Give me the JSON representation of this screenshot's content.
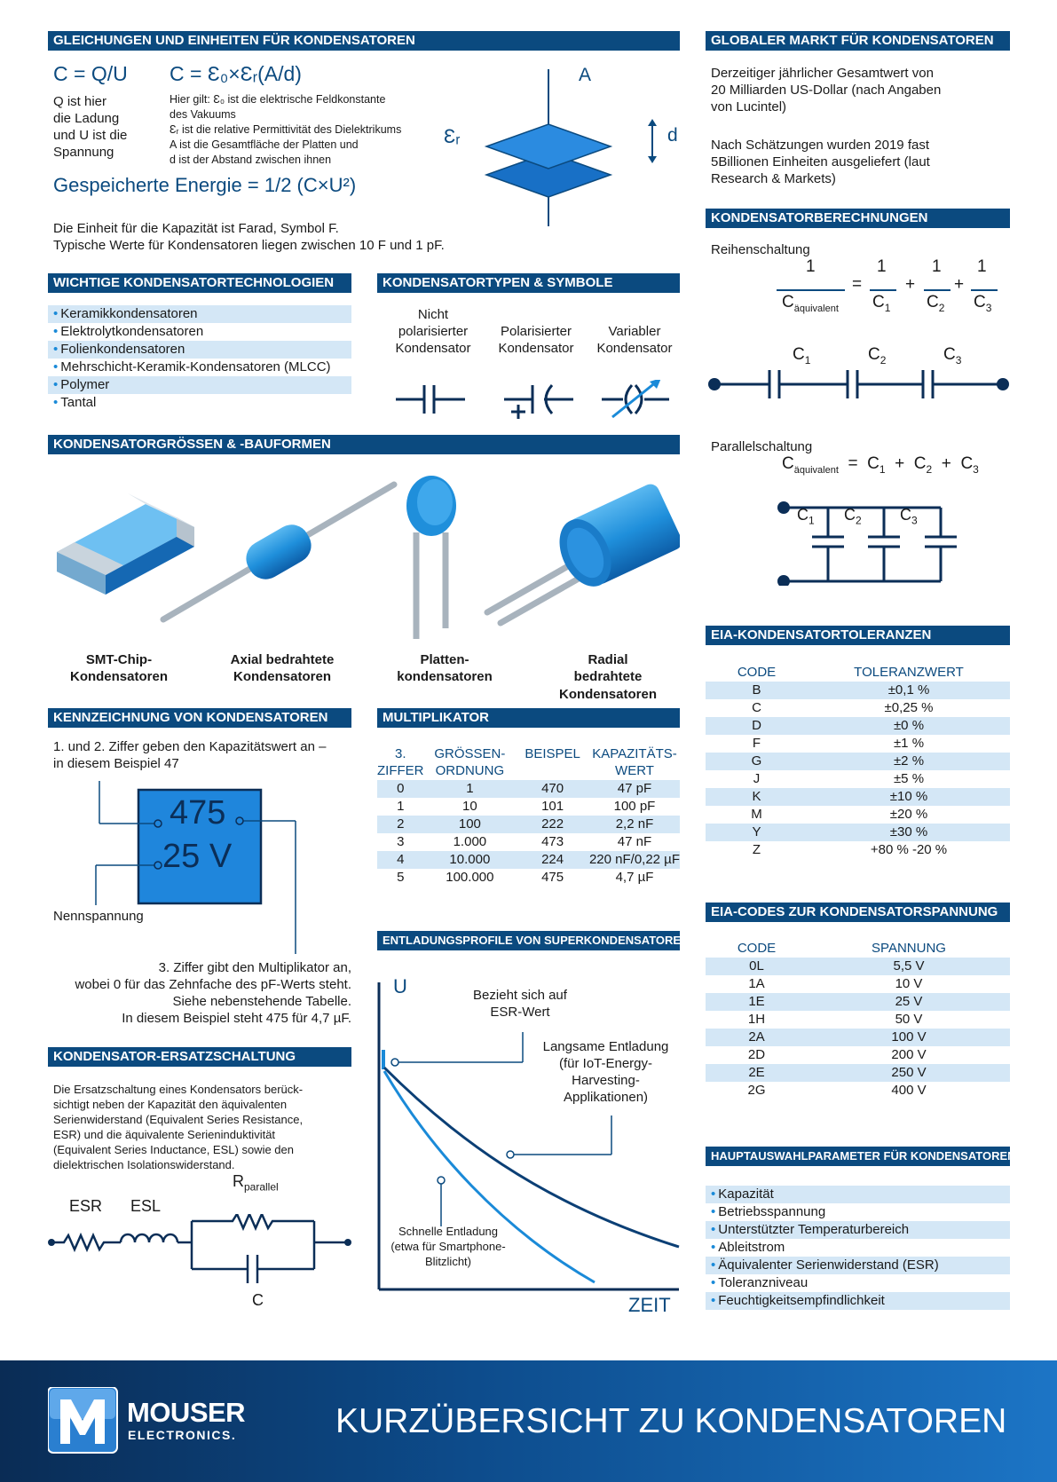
{
  "colors": {
    "accent": "#0b4a7f",
    "light": "#d4e7f6",
    "bright": "#1a8ad8"
  },
  "eq": {
    "header": "GLEICHUNGEN UND EINHEITEN FÜR KONDENSATOREN",
    "formula1": "C = Q/U",
    "desc1": [
      "Q ist hier",
      "die Ladung",
      "und U ist die",
      "Spannung"
    ],
    "formula2": "C = Ɛ₀×Ɛᵣ(A/d)",
    "desc2": [
      "Hier gilt: Ɛ₀ ist die elektrische Feldkonstante",
      "des Vakuums",
      "Ɛᵣ ist die relative Permittivität des Dielektrikums",
      "A ist die Gesamtfläche der Platten und",
      "d ist der Abstand zwischen ihnen"
    ],
    "energy": "Gespeicherte Energie = 1/2 (C×U²)",
    "unit1": "Die Einheit für die Kapazität ist Farad, Symbol F.",
    "unit2": "Typische Werte für Kondensatoren liegen zwischen 10 F und 1 pF.",
    "label_a": "A",
    "label_d": "d",
    "label_er": "Ɛᵣ"
  },
  "market": {
    "header": "GLOBALER MARKT FÜR KONDENSATOREN",
    "p1": [
      "Derzeitiger jährlicher Gesamtwert von",
      "20 Milliarden US-Dollar (nach Angaben",
      "von Lucintel)"
    ],
    "p2": [
      "Nach Schätzungen wurden 2019 fast",
      "5Billionen Einheiten ausgeliefert (laut",
      "Research & Markets)"
    ]
  },
  "calc": {
    "header": "KONDENSATORBERECHNUNGEN",
    "series_label": "Reihenschaltung",
    "parallel_label": "Parallelschaltung",
    "one": "1",
    "c": "C",
    "eq_sub": "äquivalent",
    "plus": "+",
    "equals": "=",
    "sub1": "1",
    "sub2": "2",
    "sub3": "3"
  },
  "tech": {
    "header": "WICHTIGE KONDENSATORTECHNOLOGIEN",
    "items": [
      "Keramikkondensatoren",
      "Elektrolytkondensatoren",
      "Folienkondensatoren",
      "Mehrschicht-Keramik-Kondensatoren (MLCC)",
      "Polymer",
      "Tantal"
    ]
  },
  "types": {
    "header": "KONDENSATORTYPEN & SYMBOLE",
    "t1": [
      "Nicht",
      "polarisierter",
      "Kondensator"
    ],
    "t2": [
      "Polarisierter",
      "Kondensator"
    ],
    "t3": [
      "Variabler",
      "Kondensator"
    ]
  },
  "sizes": {
    "header": "KONDENSATORGRÖSSEN & -BAUFORMEN",
    "s1": [
      "SMT-Chip-",
      "Kondensatoren"
    ],
    "s2": [
      "Axial bedrahtete",
      "Kondensatoren"
    ],
    "s3": [
      "Platten-",
      "kondensatoren"
    ],
    "s4": [
      "Radial",
      "bedrahtete",
      "Kondensatoren"
    ]
  },
  "tol": {
    "header": "EIA-KONDENSATORTOLERANZEN",
    "col1": "CODE",
    "col2": "TOLERANZWERT",
    "rows": [
      [
        "B",
        "±0,1 %"
      ],
      [
        "C",
        "±0,25 %"
      ],
      [
        "D",
        "±0 %"
      ],
      [
        "F",
        "±1 %"
      ],
      [
        "G",
        "±2 %"
      ],
      [
        "J",
        "±5 %"
      ],
      [
        "K",
        "±10 %"
      ],
      [
        "M",
        "±20 %"
      ],
      [
        "Y",
        "±30 %"
      ],
      [
        "Z",
        "+80 % -20 %"
      ]
    ]
  },
  "marking": {
    "header": "KENNZEICHNUNG VON KONDENSATOREN",
    "p1": [
      "1. und 2. Ziffer geben den Kapazitätswert an –",
      "in diesem Beispiel 47"
    ],
    "code": "475",
    "volt": "25 V",
    "nenn": "Nennspannung",
    "p2": [
      "3. Ziffer gibt den Multiplikator an,",
      "wobei 0 für das Zehnfache des pF-Werts steht.",
      "Siehe nebenstehende Tabelle.",
      "In diesem Beispiel steht 475 für 4,7 µF."
    ]
  },
  "mult": {
    "header": "MULTIPLIKATOR",
    "cols": [
      [
        "3.",
        "ZIFFER"
      ],
      [
        "GRÖSSEN-",
        "ORDNUNG"
      ],
      [
        "BEISPEL"
      ],
      [
        "KAPAZITÄTS-",
        "WERT"
      ]
    ],
    "rows": [
      [
        "0",
        "1",
        "470",
        "47 pF"
      ],
      [
        "1",
        "10",
        "101",
        "100 pF"
      ],
      [
        "2",
        "100",
        "222",
        "2,2 nF"
      ],
      [
        "3",
        "1.000",
        "473",
        "47 nF"
      ],
      [
        "4",
        "10.000",
        "224",
        "220 nF/0,22 µF"
      ],
      [
        "5",
        "100.000",
        "475",
        "4,7 µF"
      ]
    ]
  },
  "volt": {
    "header": "EIA-CODES ZUR KONDENSATORSPANNUNG",
    "col1": "CODE",
    "col2": "SPANNUNG",
    "rows": [
      [
        "0L",
        "5,5 V"
      ],
      [
        "1A",
        "10 V"
      ],
      [
        "1E",
        "25 V"
      ],
      [
        "1H",
        "50 V"
      ],
      [
        "2A",
        "100 V"
      ],
      [
        "2D",
        "200 V"
      ],
      [
        "2E",
        "250 V"
      ],
      [
        "2G",
        "400 V"
      ]
    ]
  },
  "discharge": {
    "header": "ENTLADUNGSPROFILE VON SUPERKONDENSATOREN",
    "u": "U",
    "zeit": "ZEIT",
    "esr": [
      "Bezieht sich auf",
      "ESR-Wert"
    ],
    "slow": [
      "Langsame Entladung",
      "(für IoT-Energy-",
      "Harvesting-",
      "Applikationen)"
    ],
    "fast": [
      "Schnelle Entladung",
      "(etwa für Smartphone-",
      "Blitzlicht)"
    ]
  },
  "equiv": {
    "header": "KONDENSATOR-ERSATZSCHALTUNG",
    "p": [
      "Die Ersatzschaltung eines Kondensators berück-",
      "sichtigt neben der Kapazität den äquivalenten",
      "Serienwiderstand (Equivalent Series Resistance,",
      "ESR) und die äquivalente Serieninduktivität",
      "(Equivalent Series Inductance, ESL) sowie den",
      "dielektrischen Isolationswiderstand."
    ],
    "esr": "ESR",
    "esl": "ESL",
    "r": "R",
    "rsub": "parallel",
    "c": "C"
  },
  "params": {
    "header": "HAUPTAUSWAHLPARAMETER FÜR KONDENSATOREN",
    "items": [
      "Kapazität",
      "Betriebsspannung",
      "Unterstützter Temperaturbereich",
      "Ableitstrom",
      "Äquivalenter Serienwiderstand (ESR)",
      "Toleranzniveau",
      "Feuchtigkeitsempfindlichkeit"
    ]
  },
  "footer": {
    "brand1": "MOUSER",
    "brand2": "ELECTRONICS.",
    "title": "KURZÜBERSICHT ZU KONDENSATOREN"
  }
}
